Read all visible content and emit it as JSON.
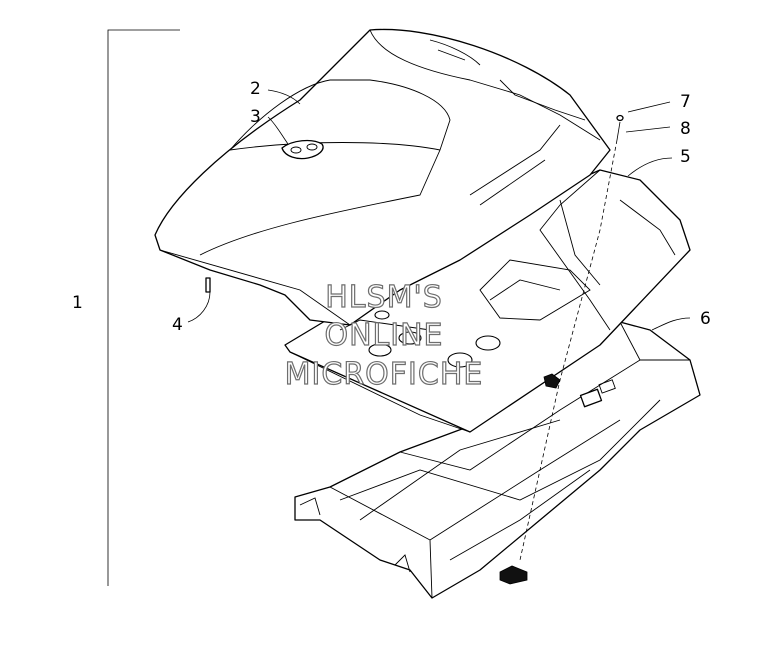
{
  "callouts": {
    "c1": "1",
    "c2": "2",
    "c3": "3",
    "c4": "4",
    "c5": "5",
    "c6": "6",
    "c7": "7",
    "c8": "8"
  },
  "watermark": {
    "line1": "HLSM'S",
    "line2": "ONLINE",
    "line3": "MICROFICHE"
  }
}
